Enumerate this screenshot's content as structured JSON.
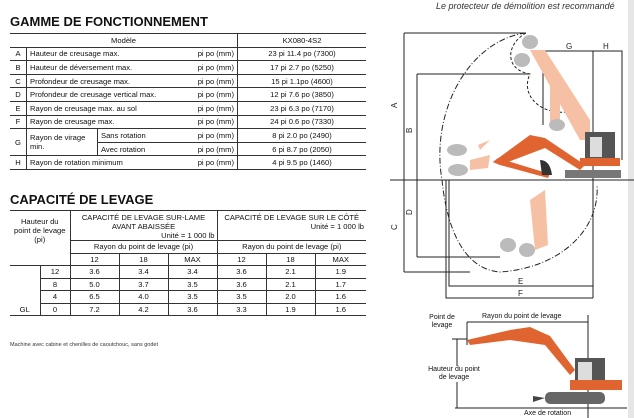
{
  "top_note": "Le protecteur de démolition est recommandé",
  "range": {
    "title": "GAMME DE FONCTIONNEMENT",
    "model_label": "Modèle",
    "model": "KX080-4S2",
    "unit": "pi po (mm)",
    "rows": [
      {
        "letter": "A",
        "label": "Hauteur de creusage max.",
        "value": "23 pi 11.4 po (7300)"
      },
      {
        "letter": "B",
        "label": "Hauteur de déversement max.",
        "value": "17 pi 2.7 po (5250)"
      },
      {
        "letter": "C",
        "label": "Profondeur de creusage max.",
        "value": "15 pi 1.1po (4600)"
      },
      {
        "letter": "D",
        "label": "Profondeur de creusage vertical max.",
        "value": "12 pi 7.6 po (3850)"
      },
      {
        "letter": "E",
        "label": "Rayon de creusage max. au sol",
        "value": "23 pi 6.3 po (7170)"
      },
      {
        "letter": "F",
        "label": "Rayon de creusage max.",
        "value": "24 pi 0.6 po (7330)"
      }
    ],
    "g": {
      "letter": "G",
      "label": "Rayon de virage min.",
      "sub1": "Sans rotation",
      "value1": "8 pi 2.0 po (2490)",
      "sub2": "Avec rotation",
      "value2": "6 pi 8.7 po (2050)"
    },
    "h": {
      "letter": "H",
      "label": "Rayon de rotation minimum",
      "value": "4 pi 9.5 po (1460)"
    }
  },
  "lift": {
    "title": "CAPACITÉ DE LEVAGE",
    "height_header": "Hauteur du point de levage (pi)",
    "group1": "CAPACITÉ DE LEVAGE SUR-LAME AVANT ABAISSÉE",
    "group2": "CAPACITÉ DE LEVAGE SUR LE CÔTÉ",
    "unit": "Unité = 1 000 lb",
    "radius_header": "Rayon du point de levage (pi)",
    "cols": [
      "12",
      "18",
      "MAX"
    ],
    "gl": "GL",
    "rows": [
      {
        "h": "12",
        "v": [
          "3.6",
          "3.4",
          "3.4",
          "3.6",
          "2.1",
          "1.9"
        ]
      },
      {
        "h": "8",
        "v": [
          "5.0",
          "3.7",
          "3.5",
          "3.6",
          "2.1",
          "1.7"
        ]
      },
      {
        "h": "4",
        "v": [
          "6.5",
          "4.0",
          "3.5",
          "3.5",
          "2.0",
          "1.6"
        ]
      },
      {
        "h": "0",
        "v": [
          "7.2",
          "4.2",
          "3.6",
          "3.3",
          "1.9",
          "1.6"
        ]
      }
    ]
  },
  "footnote": "Machine avec cabine et chenilles de caoutchouc, sans godet",
  "diagram": {
    "labels": {
      "A": "A",
      "B": "B",
      "C": "C",
      "D": "D",
      "E": "E",
      "F": "F",
      "G": "G",
      "H": "H"
    },
    "lift_point": "Point de levage",
    "lift_radius": "Rayon du point de levage",
    "lift_height": "Hauteur du point de levage",
    "rotation_axis": "Axe de rotation"
  },
  "colors": {
    "machine": "#e0642f",
    "ghost": "#f5c0a3",
    "cab": "#555555"
  }
}
